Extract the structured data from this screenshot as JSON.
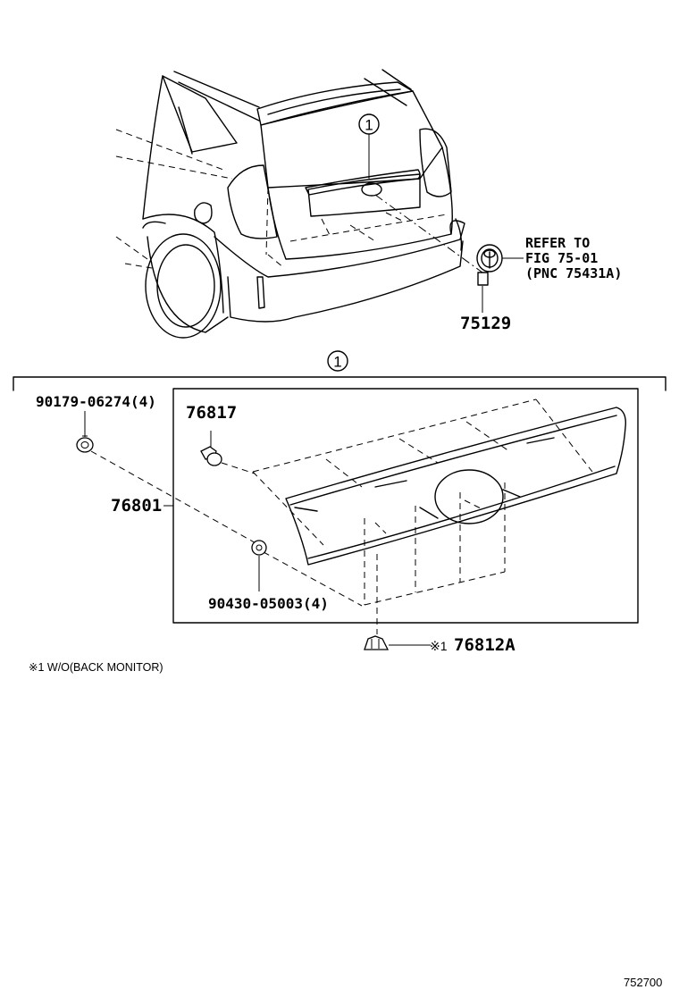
{
  "diagram": {
    "callout_top": "1",
    "callout_group": "1",
    "parts": {
      "p75129": "75129",
      "p76817": "76817",
      "p76801": "76801",
      "p90179": "90179-06274(4)",
      "p90430": "90430-05003(4)",
      "p76812a_mark": "※1",
      "p76812a": "76812A"
    },
    "refer": {
      "line1": "REFER TO",
      "line2": "FIG 75-01",
      "line3": "(PNC 75431A)"
    },
    "footnote": "※1 W/O(BACK MONITOR)",
    "illustration_code": "752700"
  }
}
